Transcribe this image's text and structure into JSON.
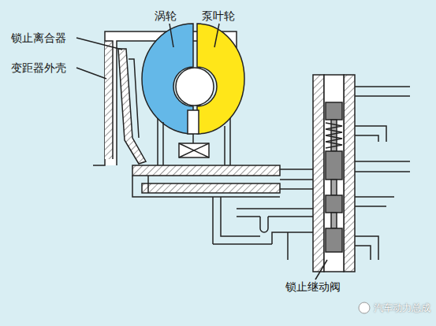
{
  "diagram": {
    "labels": [
      "涡轮",
      "泵叶轮",
      "锁止离合器",
      "变距器外壳",
      "锁止继动阀",
      "汽车动力总成"
    ]
  }
}
